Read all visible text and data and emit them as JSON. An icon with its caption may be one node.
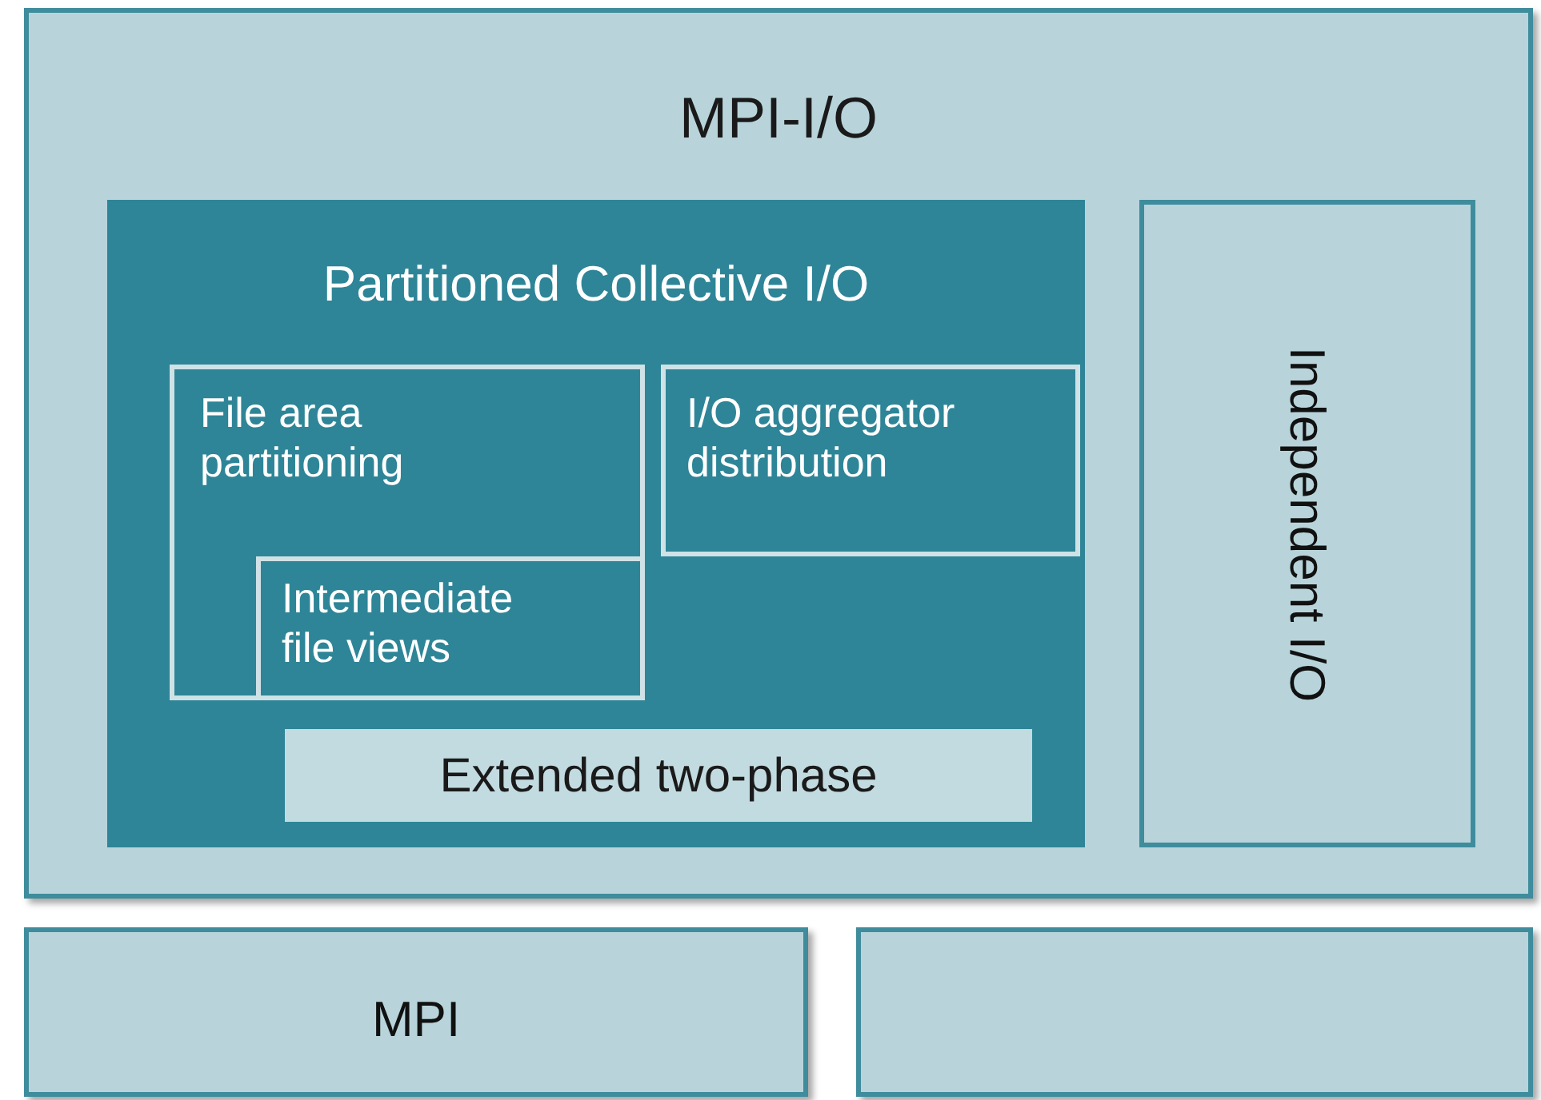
{
  "diagram": {
    "nodes": [
      {
        "text": [
          "MPI-I/O"
        ]
      },
      {
        "text": [
          "Partitioned Collective I/O"
        ],
        "in": 0
      },
      {
        "text": [
          "File area partitioning"
        ],
        "in": 1
      },
      {
        "text": [
          "Intermediate file views"
        ],
        "in": 2
      },
      {
        "text": [
          "I/O aggregator distribution"
        ],
        "in": 1
      },
      {
        "text": [
          "Extended two-phase"
        ],
        "in": 1
      },
      {
        "text": [
          "Independent I/O"
        ],
        "in": 0
      },
      {
        "text": [
          "MPI"
        ]
      },
      {
        "text": [],
        "shape": "box"
      }
    ]
  }
}
